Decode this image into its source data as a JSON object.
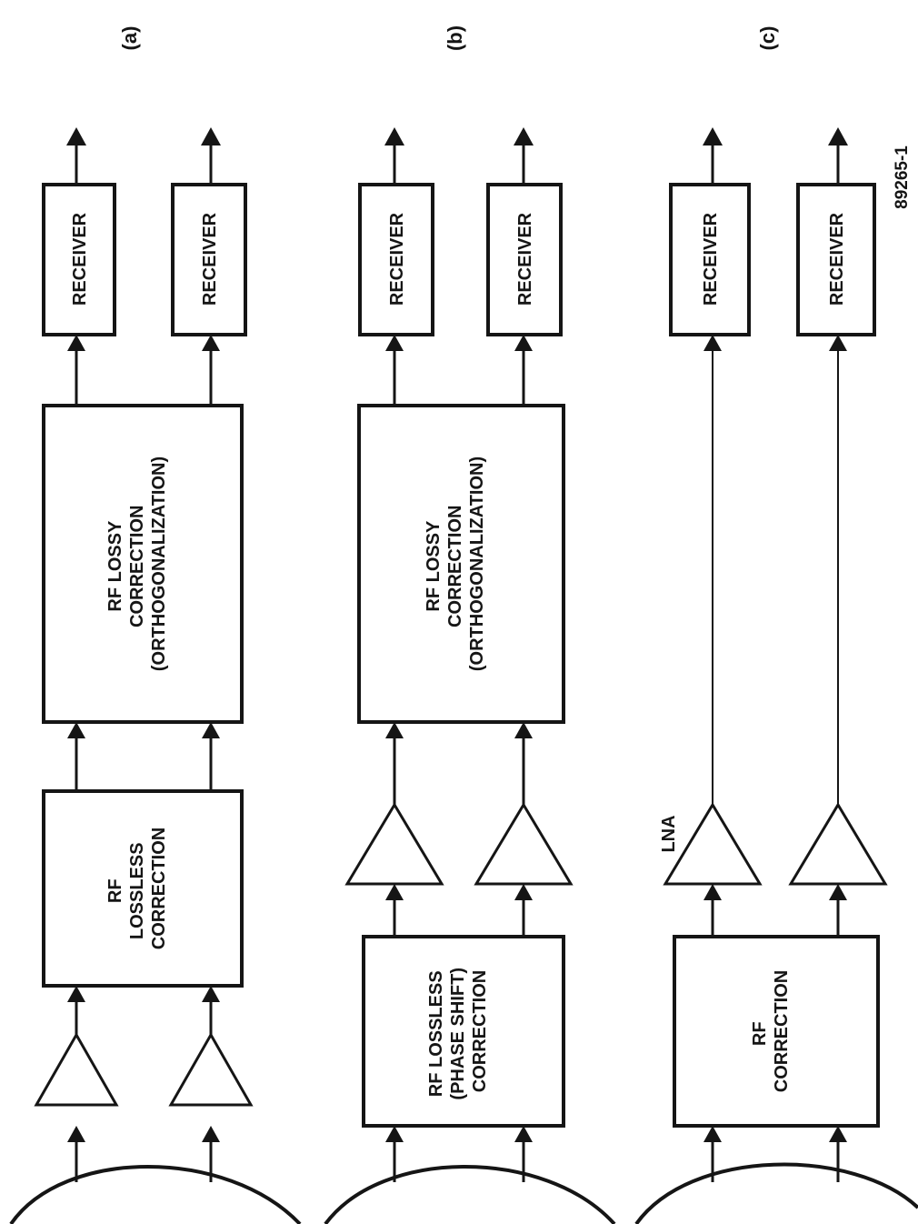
{
  "panels": [
    {
      "label": "(a)",
      "receivers": [
        "RECEIVER",
        "RECEIVER"
      ],
      "lossy": [
        "RF LOSSY",
        "CORRECTION",
        "(ORTHOGONALIZATION)"
      ],
      "correction": [
        "RF",
        "LOSSLESS",
        "CORRECTION"
      ]
    },
    {
      "label": "(b)",
      "receivers": [
        "RECEIVER",
        "RECEIVER"
      ],
      "lossy": [
        "RF LOSSY",
        "CORRECTION",
        "(ORTHOGONALIZATION)"
      ],
      "correction": [
        "RF LOSSLESS",
        "(PHASE SHIFT)",
        "CORRECTION"
      ]
    },
    {
      "label": "(c)",
      "receivers": [
        "RECEIVER",
        "RECEIVER"
      ],
      "amp_label": "LNA",
      "correction": [
        "RF",
        "CORRECTION"
      ]
    }
  ],
  "figure_number": "89265-1"
}
